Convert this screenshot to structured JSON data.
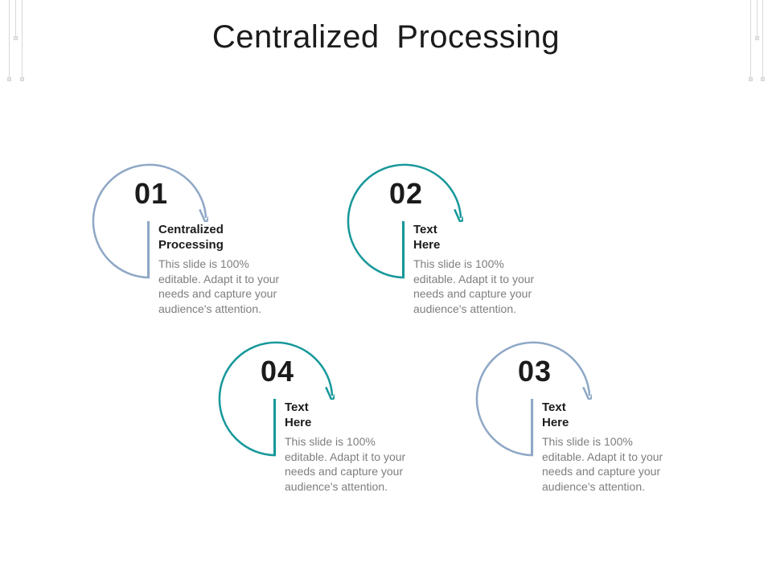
{
  "slide_title": "Centralized Processing",
  "colors": {
    "steel_blue": "#8FA8C6",
    "teal": "#17989A",
    "text_dark": "#1b1b1b",
    "text_gray": "#7e7e7e",
    "decor_line": "#d8d8d8"
  },
  "items": [
    {
      "number": "01",
      "color": "#8FA8C6",
      "heading_lines": [
        "Centralized",
        "Processing"
      ],
      "body_lines": [
        "This slide is 100%",
        "editable. Adapt it to your",
        "needs and capture your",
        "audience's attention."
      ]
    },
    {
      "number": "02",
      "color": "#17989A",
      "heading_lines": [
        "Text",
        "Here"
      ],
      "body_lines": [
        "This slide is 100%",
        "editable. Adapt it to your",
        "needs and capture your",
        "audience's attention."
      ]
    },
    {
      "number": "04",
      "color": "#17989A",
      "heading_lines": [
        "Text",
        "Here"
      ],
      "body_lines": [
        "This slide is 100%",
        "editable. Adapt it to your",
        "needs and capture your",
        "audience's attention."
      ]
    },
    {
      "number": "03",
      "color": "#8FA8C6",
      "heading_lines": [
        "Text",
        "Here"
      ],
      "body_lines": [
        "This slide is 100%",
        "editable. Adapt it to your",
        "needs and capture your",
        "audience's attention."
      ]
    }
  ]
}
